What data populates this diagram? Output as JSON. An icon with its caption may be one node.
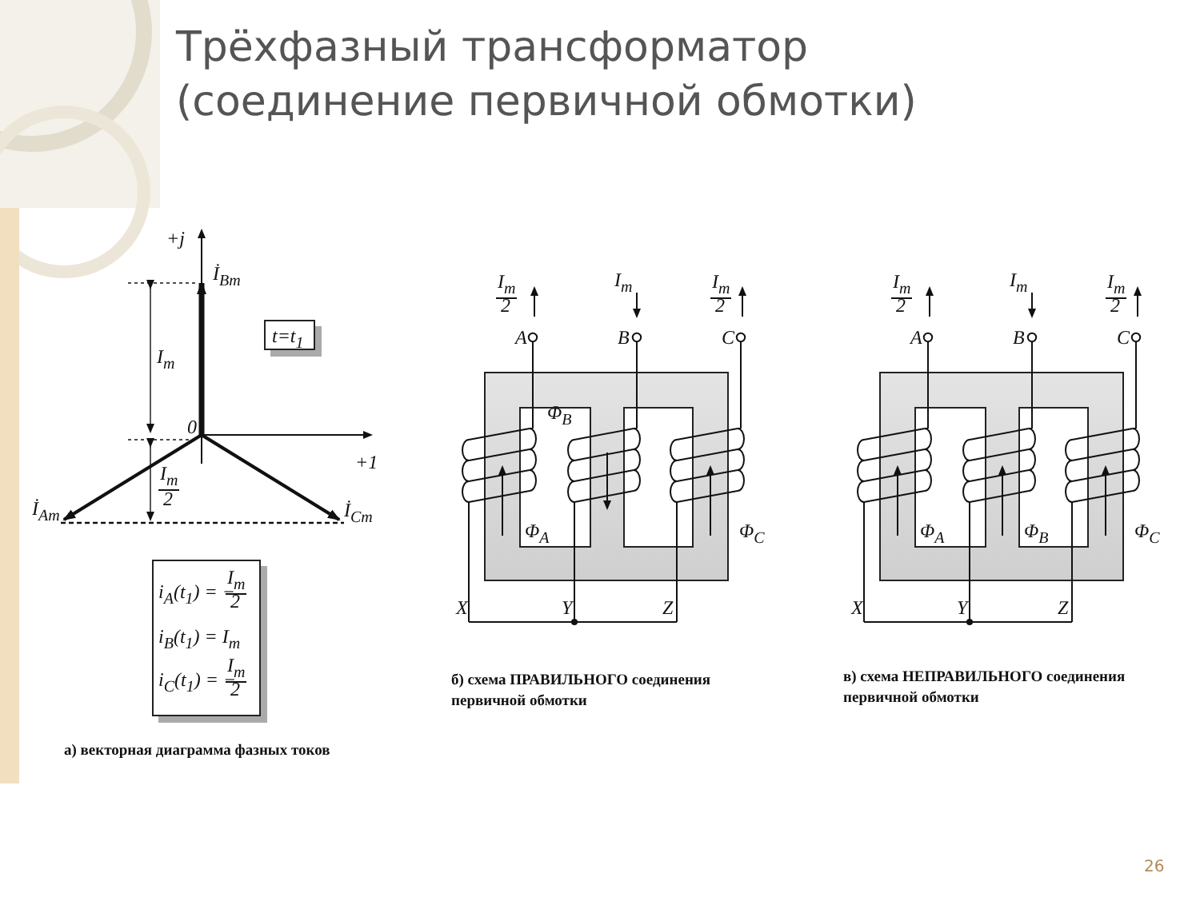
{
  "diagram": {
    "title": "Трёхфазный трансформатор (соединение первичной обмотки)",
    "nodes": [
      {
        "text": [
          "t=t$_{1}$"
        ]
      },
      {
        "text": [
          "i$_{A}$(t$_{1}$) = −",
          "I$_{m}$",
          "2",
          "i$_{B}$(t$_{1}$) = I$_{m}$",
          "i$_{C}$(t$_{1}$) = −",
          "I$_{m}$",
          "2"
        ]
      }
    ],
    "labels": [
      "+j",
      "İ$_{Bm}$",
      "I$_{m}$",
      "0",
      "+1",
      "I$_{m}$",
      "2",
      "İ$_{Am}$",
      "İ$_{Cm}$",
      "а) векторная диаграмма фазных токов",
      "I$_{m}$",
      "2",
      "I$_{m}$",
      "I$_{m}$",
      "2",
      "A",
      "B",
      "C",
      "Φ$_{B}$",
      "Φ$_{A}$",
      "Φ$_{C}$",
      "X",
      "Y",
      "Z",
      "б) схема ПРАВИЛЬНОГО соединения первичной обмотки",
      "I$_{m}$",
      "2",
      "I$_{m}$",
      "I$_{m}$",
      "2",
      "A",
      "B",
      "C",
      "Φ$_{A}$",
      "Φ$_{B}$",
      "Φ$_{C}$",
      "X",
      "Y",
      "Z",
      "в) схема НЕПРАВИЛЬНОГО соединения первичной обмотки",
      "26"
    ]
  }
}
